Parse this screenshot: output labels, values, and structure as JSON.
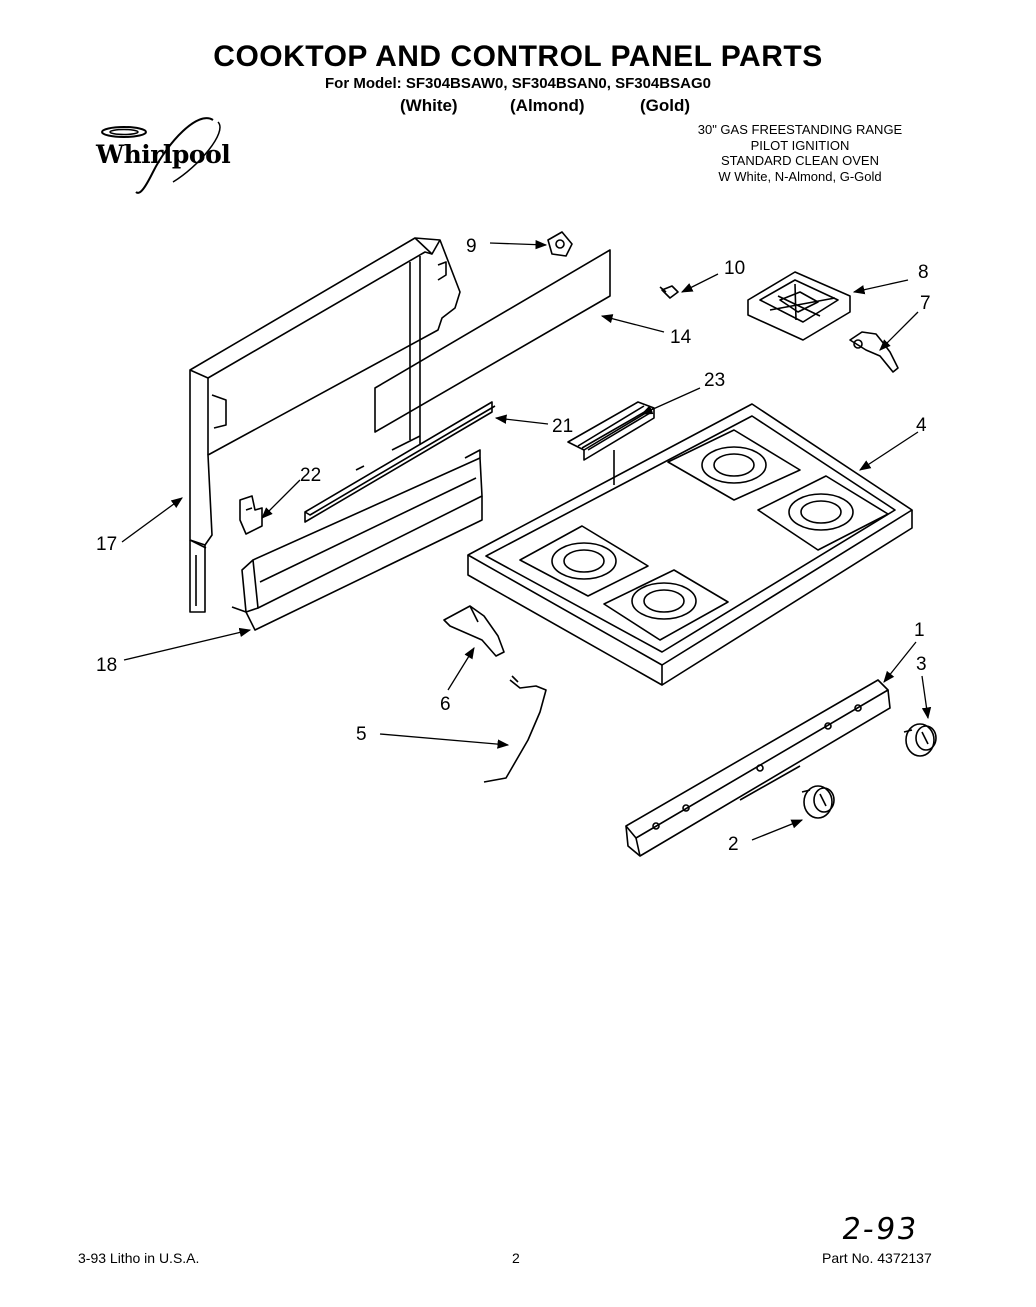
{
  "title": "COOKTOP AND CONTROL PANEL PARTS",
  "models_line": "For Model: SF304BSAW0, SF304BSAN0, SF304BSAG0",
  "colors": {
    "white": "(White)",
    "almond": "(Almond)",
    "gold": "(Gold)"
  },
  "brand": "Whirlpool",
  "info": {
    "line1": "30\" GAS FREESTANDING RANGE",
    "line2": "PILOT IGNITION",
    "line3": "STANDARD CLEAN OVEN",
    "line4": "W White, N-Almond, G-Gold"
  },
  "callouts": {
    "c1": "1",
    "c2": "2",
    "c3": "3",
    "c4": "4",
    "c5": "5",
    "c6": "6",
    "c7": "7",
    "c8": "8",
    "c9": "9",
    "c10": "10",
    "c14": "14",
    "c17": "17",
    "c18": "18",
    "c21": "21",
    "c22": "22",
    "c23": "23"
  },
  "footer": {
    "left": "3-93  Litho in U.S.A.",
    "page": "2",
    "part_no": "Part No. 4372137"
  },
  "handwritten_note": "2-93"
}
